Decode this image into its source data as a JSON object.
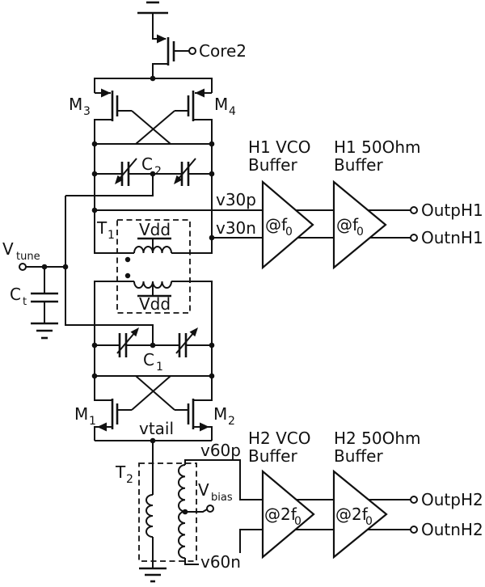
{
  "labels": {
    "core2": "Core2",
    "m1": {
      "base": "M",
      "sub": "1"
    },
    "m2": {
      "base": "M",
      "sub": "2"
    },
    "m3": {
      "base": "M",
      "sub": "3"
    },
    "m4": {
      "base": "M",
      "sub": "4"
    },
    "c1": {
      "base": "C",
      "sub": "1"
    },
    "c2": {
      "base": "C",
      "sub": "2"
    },
    "t1": {
      "base": "T",
      "sub": "1"
    },
    "t2": {
      "base": "T",
      "sub": "2"
    },
    "vdd_top": "Vdd",
    "vdd_bottom": "Vdd",
    "vtune": {
      "base": "V",
      "sub": "tune"
    },
    "ct": {
      "base": "C",
      "sub": "t"
    },
    "vbias": {
      "base": "V",
      "sub": "bias"
    }
  },
  "nets": {
    "v30p": "v30p",
    "v30n": "v30n",
    "v60p": "v60p",
    "v60n": "v60n",
    "vtail": "vtail"
  },
  "buffers": {
    "h1_vco": {
      "title_line1": "H1 VCO",
      "title_line2": "Buffer",
      "freq": {
        "base": "@f",
        "sub": "0"
      }
    },
    "h1_50ohm": {
      "title_line1": "H1 50Ohm",
      "title_line2": "Buffer",
      "freq": {
        "base": "@f",
        "sub": "0"
      }
    },
    "h2_vco": {
      "title_line1": "H2 VCO",
      "title_line2": "Buffer",
      "freq": {
        "base": "@2f",
        "sub": "0"
      }
    },
    "h2_50ohm": {
      "title_line1": "H2 50Ohm",
      "title_line2": "Buffer",
      "freq": {
        "base": "@2f",
        "sub": "0"
      }
    }
  },
  "outputs": {
    "outph1": "OutpH1",
    "outnh1": "OutnH1",
    "outph2": "OutpH2",
    "outnh2": "OutnH2"
  }
}
